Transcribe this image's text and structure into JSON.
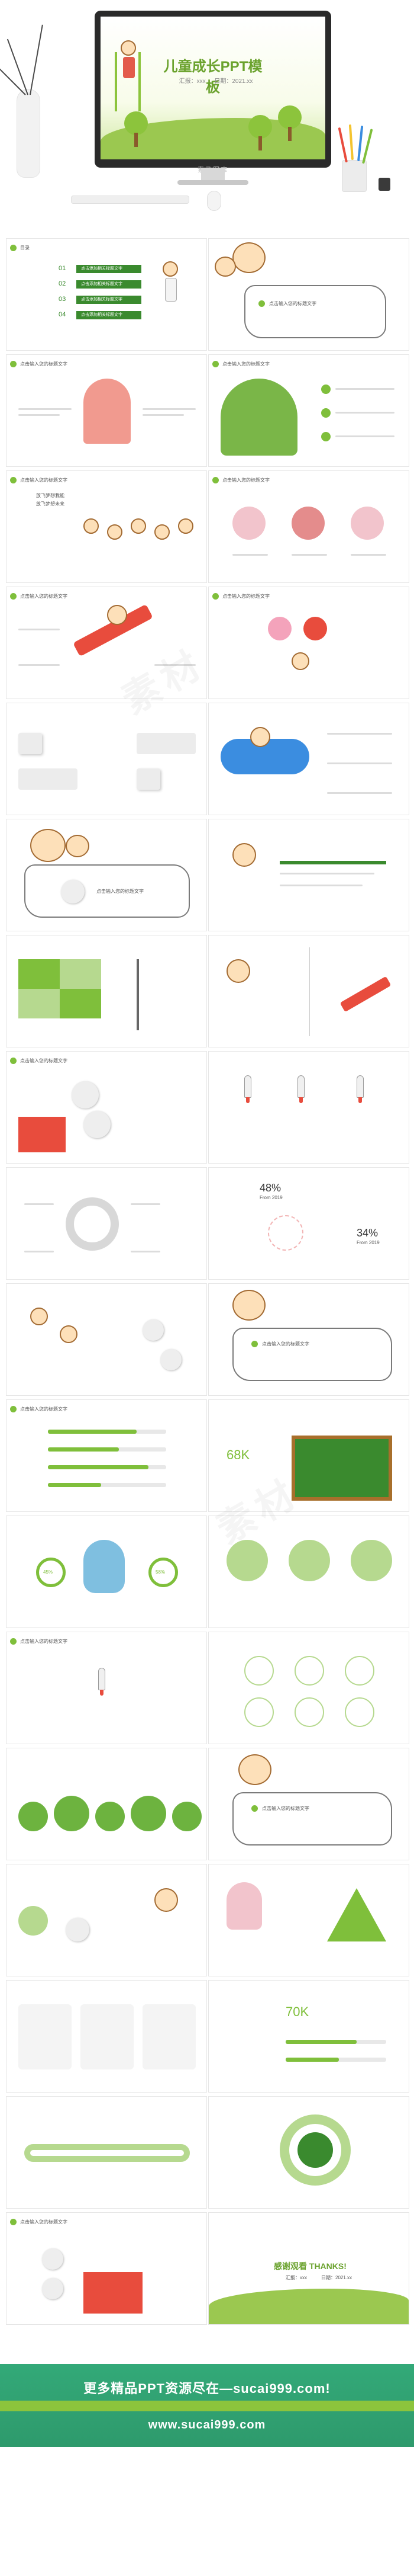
{
  "hero": {
    "title": "儿童成长PPT模板",
    "sub_left": "汇报：xxx",
    "sub_right": "日期：2021.xx",
    "screen_label": "素马图库"
  },
  "slide_texts": {
    "section": "目录",
    "menu_items": [
      "点击添加相关标题文字",
      "点击添加相关标题文字",
      "点击添加相关标题文字",
      "点击添加相关标题文字"
    ],
    "menu_numbers": [
      "01",
      "02",
      "03",
      "04"
    ],
    "header": "点击输入您的标题文字",
    "card_text": "点击输入您的标题文字",
    "happy_1": "放飞梦想我能",
    "happy_2": "放飞梦想未来",
    "pct_a": "48%",
    "pct_b": "34%",
    "pct_sub": "From 2019",
    "num_68k": "68K",
    "num_70k": "70K",
    "pct_45": "45%",
    "pct_58": "58%",
    "thanks": "感谢观看 THANKS!",
    "thanks_sub_left": "汇报：xxx",
    "thanks_sub_right": "日期：2021.xx"
  },
  "footer": {
    "line1": "更多精品PPT资源尽在—sucai999.com!",
    "line2": "www.sucai999.com"
  },
  "colors": {
    "brand_green": "#7fbf3b",
    "dark_green": "#3a8a2e",
    "footer_teal": "#33a978"
  }
}
